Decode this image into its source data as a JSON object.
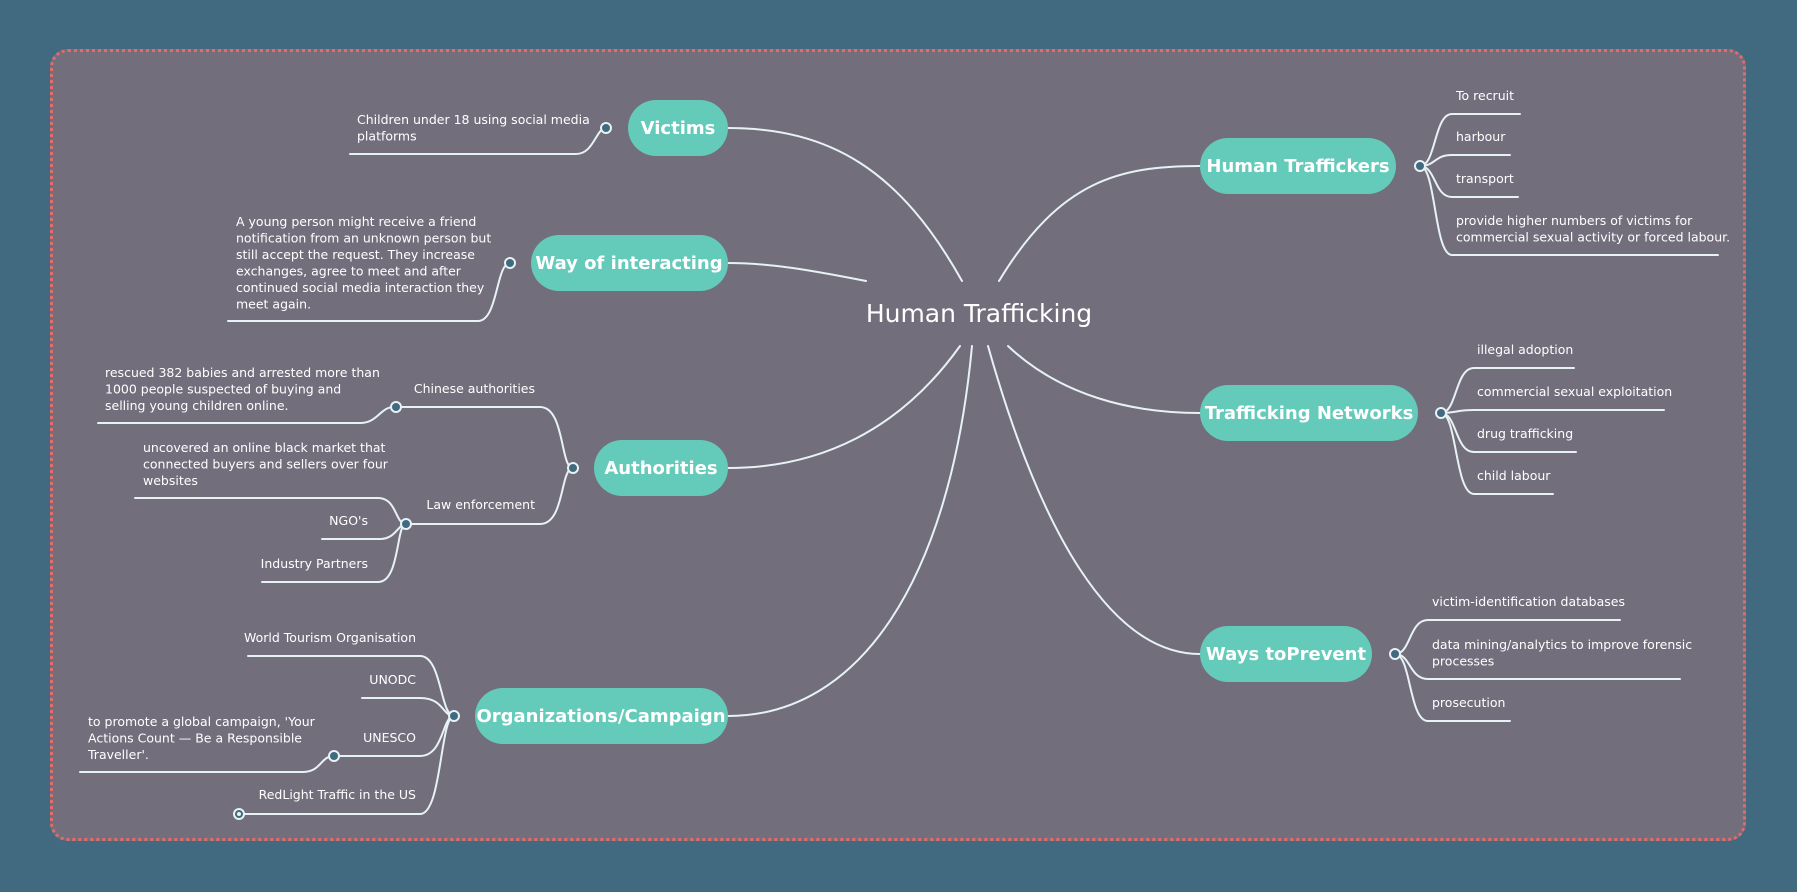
{
  "central_topic": "Human Trafficking",
  "branches": {
    "victims": {
      "title": "Victims",
      "items": [
        "Children under 18 using social media\nplatforms"
      ]
    },
    "interacting": {
      "title": "Way of interacting",
      "items": [
        "A young person might receive a friend\nnotification from an unknown person but\nstill accept the request. They increase\nexchanges, agree to meet and after\ncontinued social media interaction they\nmeet again."
      ]
    },
    "authorities": {
      "title": "Authorities",
      "chinese": {
        "label": "Chinese authorities",
        "detail": "rescued 382 babies and arrested more than\n1000 people suspected of buying and\nselling young children online."
      },
      "law": {
        "label": "Law enforcement",
        "detail": "uncovered an online black market that\nconnected buyers and sellers over four\nwebsites",
        "items": [
          "NGO's",
          "Industry Partners"
        ]
      }
    },
    "organizations": {
      "title": "Organizations/Campaign",
      "items": [
        "World Tourism Organisation",
        "UNODC",
        "UNESCO",
        "RedLight Traffic in the US"
      ],
      "unesco_detail": "to promote a global campaign, 'Your\nActions Count — Be a Responsible\nTraveller'."
    },
    "traffickers": {
      "title": "Human Traffickers",
      "items": [
        "To recruit",
        "harbour",
        "transport",
        "provide higher numbers of victims for\ncommercial sexual activity or forced labour."
      ]
    },
    "networks": {
      "title": "Trafficking Networks",
      "items": [
        "illegal adoption",
        "commercial sexual exploitation",
        "drug trafficking",
        "child labour"
      ]
    },
    "prevent": {
      "title": "Ways toPrevent",
      "items": [
        "victim-identification databases",
        "data mining/analytics to improve forensic\nprocesses",
        "prosecution"
      ]
    }
  }
}
